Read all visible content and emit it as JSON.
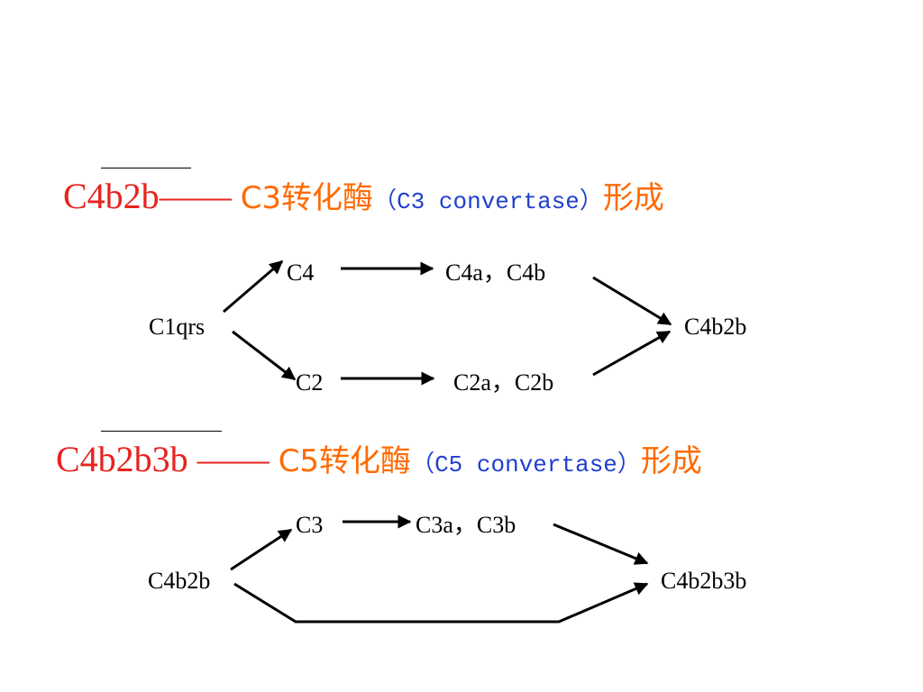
{
  "section1": {
    "complex": "C4b2b",
    "dash": "——",
    "enzyme_prefix": "C3转化酶",
    "paren_open": "（",
    "enzyme_en": "C3 convertase",
    "paren_close": "）",
    "suffix": "形成",
    "nodes": {
      "start": "C1qrs",
      "c4": "C4",
      "c4_products": "C4a，C4b",
      "c2": "C2",
      "c2_products": "C2a，C2b",
      "result": "C4b2b"
    }
  },
  "section2": {
    "complex": "C4b2b3b",
    "dash": "——",
    "enzyme_prefix": "C5转化酶",
    "paren_open": "（",
    "enzyme_en": "C5 convertase",
    "paren_close": "）",
    "suffix": "形成",
    "nodes": {
      "start": "C4b2b",
      "c3": "C3",
      "c3_products": "C3a，C3b",
      "result": "C4b2b3b"
    }
  },
  "colors": {
    "complex": "#e8231e",
    "chinese": "#ff6a00",
    "english": "#1f3fcf",
    "arrows": "#000000"
  }
}
